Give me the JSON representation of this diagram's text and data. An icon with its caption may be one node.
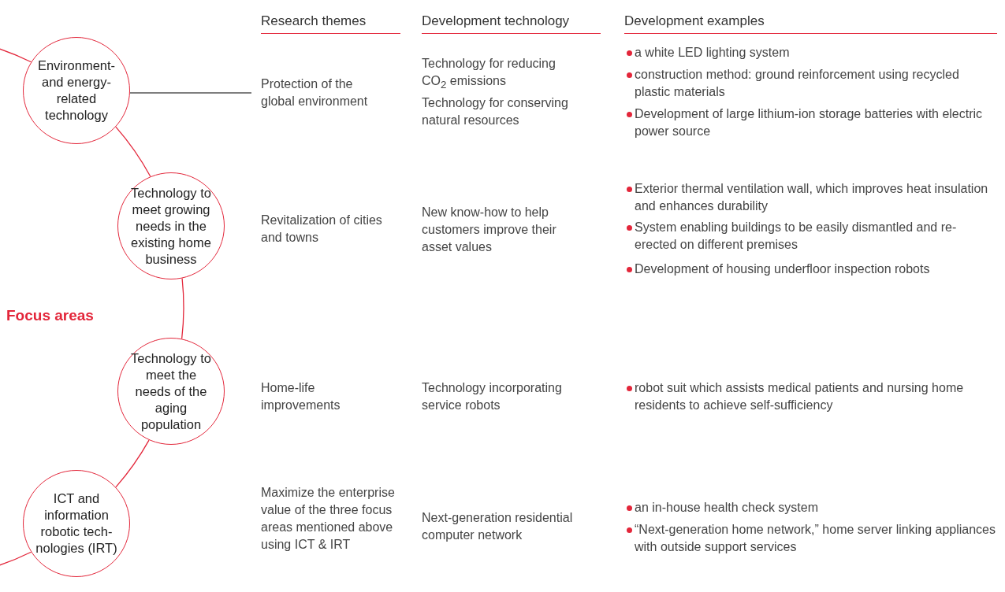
{
  "diagram": {
    "nodes": [
      {
        "text": [
          "Environment-and energy-related technology"
        ]
      },
      {
        "text": [
          "Technology to meet growing needs in the existing home business"
        ]
      },
      {
        "text": [
          "Technology to meet the needs of the aging population"
        ]
      },
      {
        "text": [
          "ICT and information robotic tech-nologies (IRT)"
        ]
      },
      {
        "text": [
          "Protection of the global environment"
        ]
      }
    ],
    "edges": [
      {
        "from": null,
        "to": 0,
        "arrow": "none"
      },
      {
        "from": 0,
        "to": 1,
        "arrow": "none"
      },
      {
        "from": 1,
        "to": 2,
        "arrow": "none"
      },
      {
        "from": 2,
        "to": 3,
        "arrow": "none"
      },
      {
        "from": 3,
        "to": null,
        "arrow": "none"
      },
      {
        "from": 0,
        "to": 4,
        "arrow": "none",
        "color": "#555555"
      }
    ],
    "labels": [
      "Research themes",
      "Development technology",
      "Development examples",
      "Focus areas",
      "Technology for reducing CO$_{2}$ emissions",
      "Technology for conserving natural resources",
      "a white LED lighting system",
      "construction method: ground reinforcement using recycled plastic materials",
      "Development of large lithium-ion storage batteries with electric power source",
      "Revitalization of cities and towns",
      "New know-how to help customers improve their asset values",
      "Exterior thermal ventilation wall, which improves heat insulation and enhances durability",
      "System enabling buildings to be easily dismantled and re-erected on different premises",
      "Development of housing underfloor inspection robots",
      "Home-life improvements",
      "Technology incorporating service robots",
      "robot suit which assists medical patients and nursing home residents to achieve self-sufficiency",
      "Maximize the enterprise value of the three focus areas mentioned above using ICT & IRT",
      "Next-generation residential computer network",
      "an in-house health check system",
      "“Next-generation home network,” home server linking appliances with outside support services"
    ]
  }
}
